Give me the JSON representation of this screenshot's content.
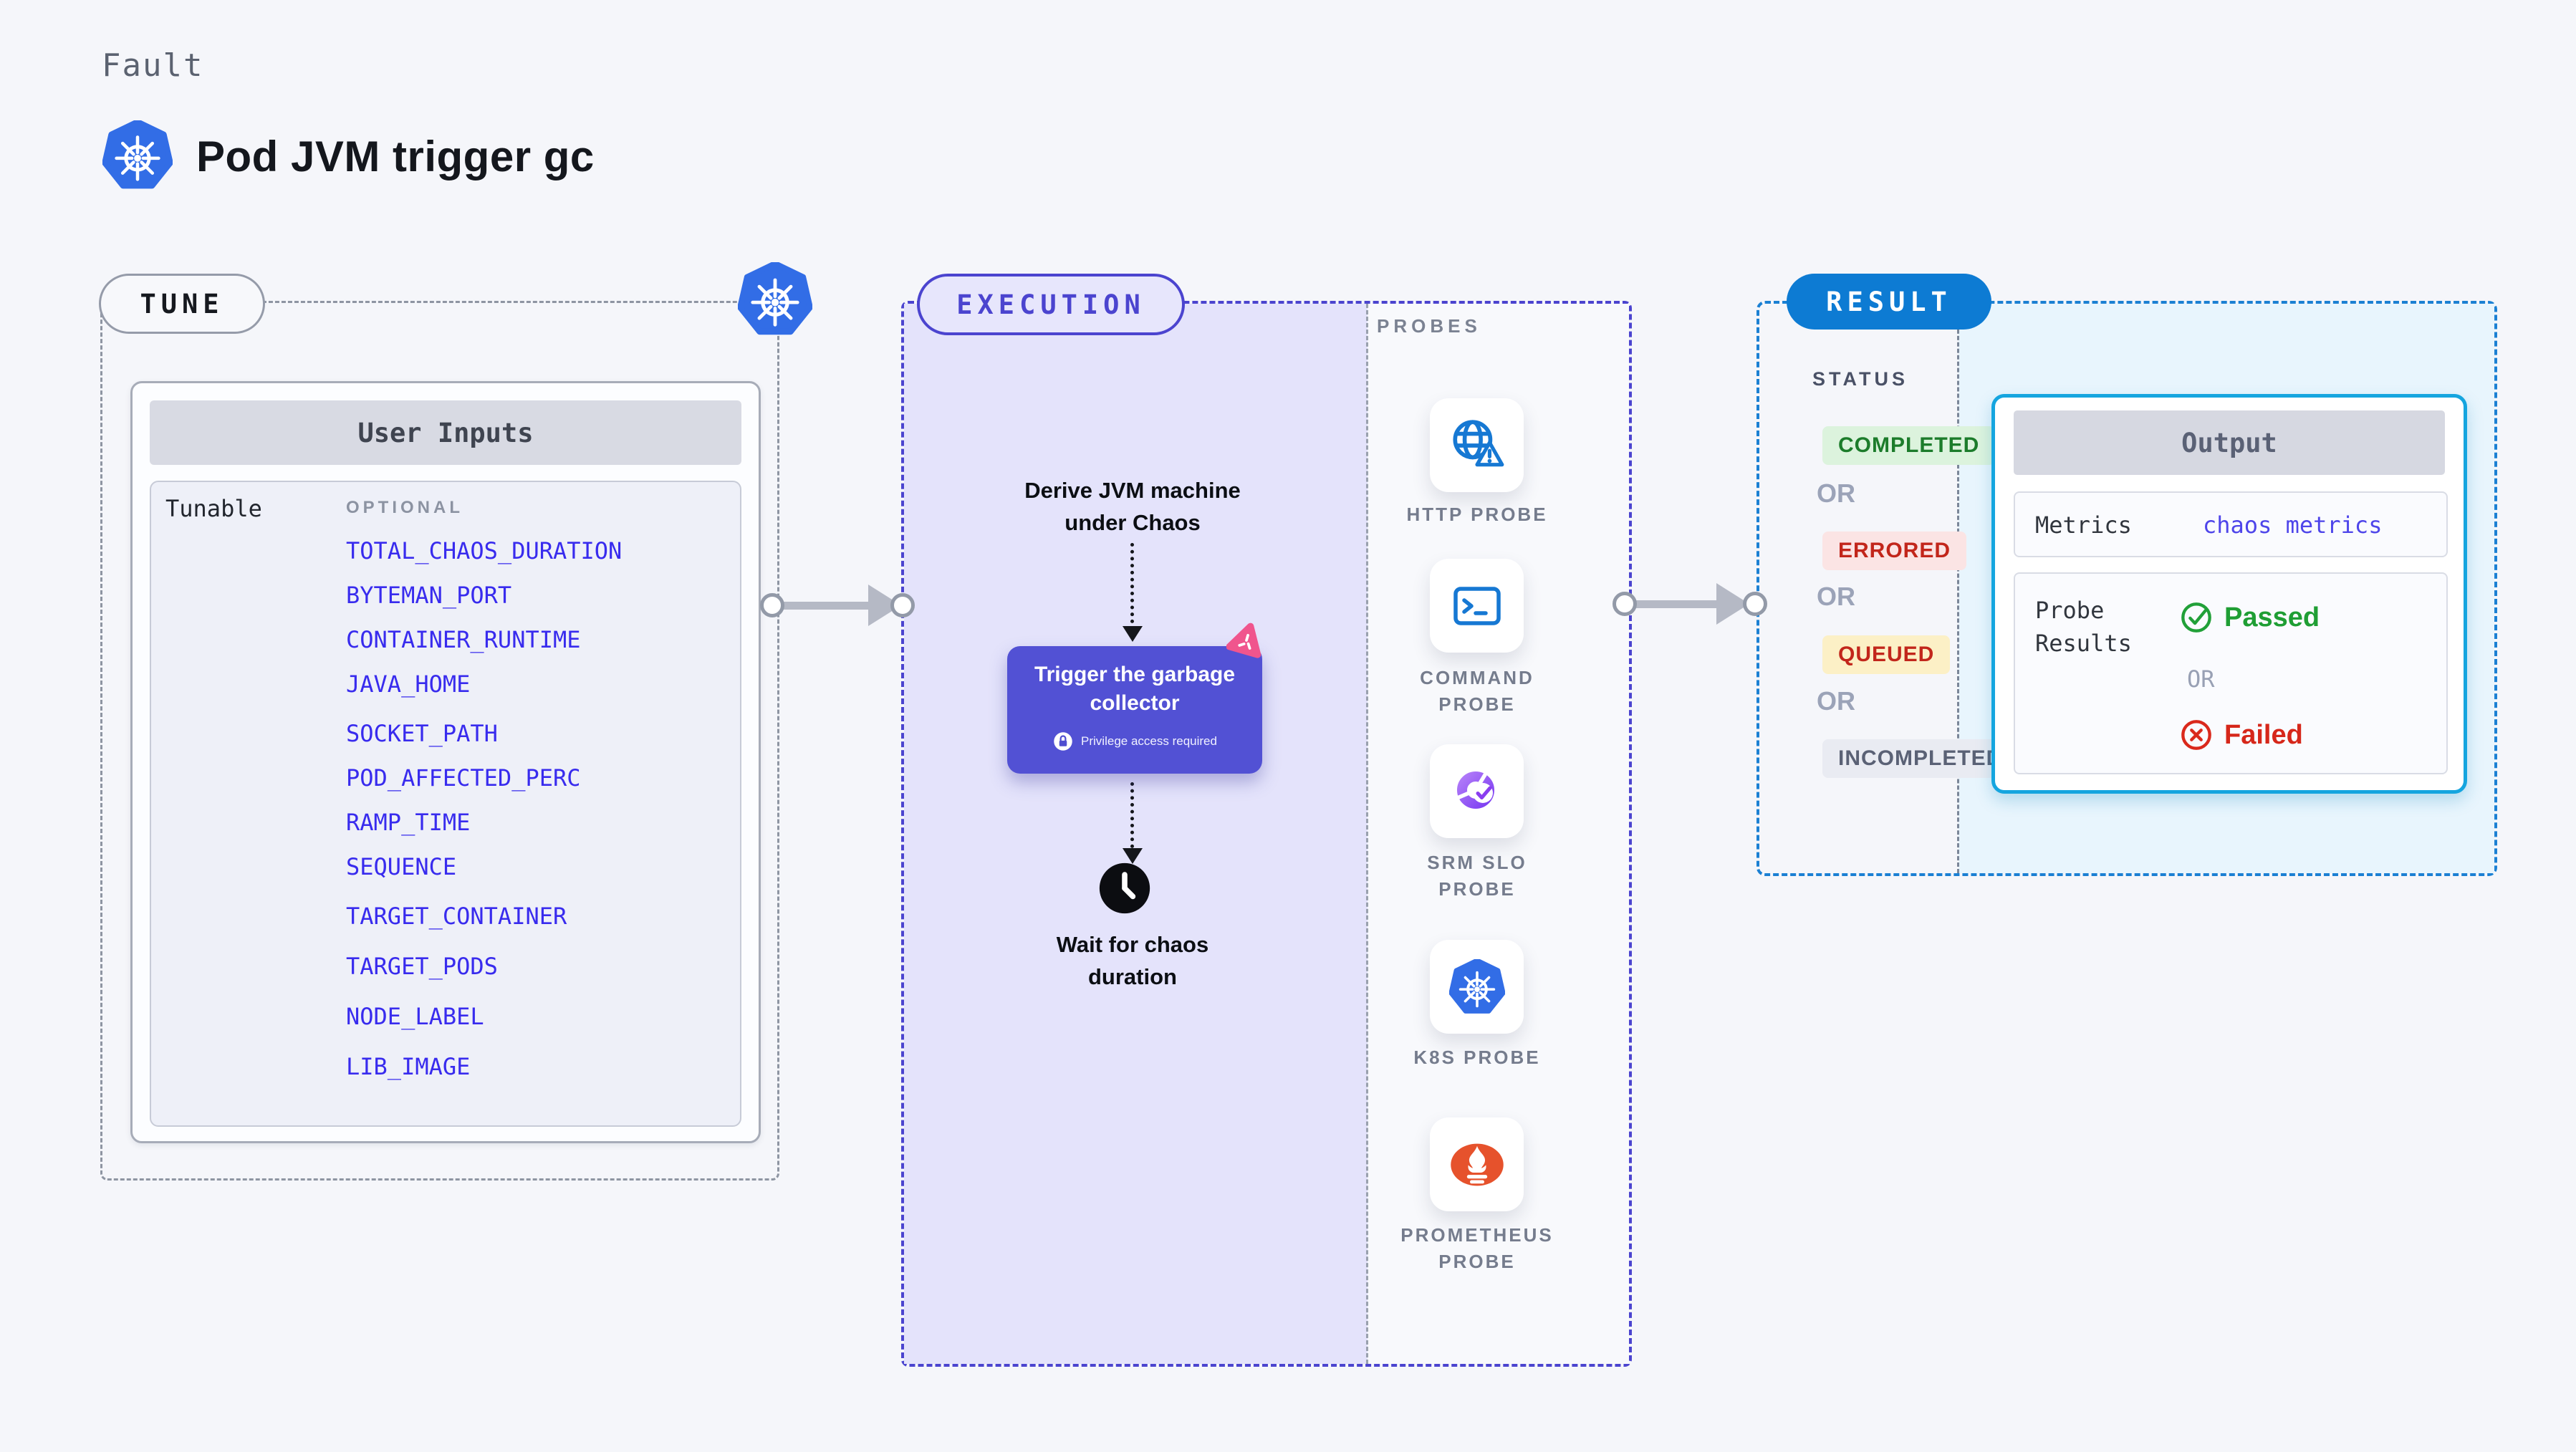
{
  "header": {
    "kicker": "Fault",
    "title": "Pod JVM trigger gc"
  },
  "tune": {
    "badge": "TUNE",
    "card_title": "User Inputs",
    "row_label": "Tunable",
    "optional_label": "OPTIONAL",
    "params": [
      "TOTAL_CHAOS_DURATION",
      "BYTEMAN_PORT",
      "CONTAINER_RUNTIME",
      "JAVA_HOME",
      "SOCKET_PATH",
      "POD_AFFECTED_PERC",
      "RAMP_TIME",
      "SEQUENCE",
      "TARGET_CONTAINER",
      "TARGET_PODS",
      "NODE_LABEL",
      "LIB_IMAGE"
    ]
  },
  "execution": {
    "badge": "EXECUTION",
    "derive_text": "Derive JVM machine\nunder Chaos",
    "trigger_title": "Trigger the garbage\ncollector",
    "privilege_note": "Privilege access required",
    "wait_text": "Wait for chaos\nduration"
  },
  "probes": {
    "label": "PROBES",
    "items": [
      {
        "label": "HTTP PROBE",
        "icon": "globe-warning-icon"
      },
      {
        "label": "COMMAND\nPROBE",
        "icon": "terminal-icon"
      },
      {
        "label": "SRM SLO\nPROBE",
        "icon": "slo-gauge-icon"
      },
      {
        "label": "K8S PROBE",
        "icon": "kubernetes-icon"
      },
      {
        "label": "PROMETHEUS\nPROBE",
        "icon": "prometheus-icon"
      }
    ]
  },
  "result": {
    "badge": "RESULT",
    "status_label": "STATUS",
    "or_label": "OR",
    "statuses": [
      {
        "label": "COMPLETED",
        "type": "success"
      },
      {
        "label": "ERRORED",
        "type": "error"
      },
      {
        "label": "QUEUED",
        "type": "warning"
      },
      {
        "label": "INCOMPLETED",
        "type": "neutral"
      }
    ],
    "output": {
      "title": "Output",
      "metrics_label": "Metrics",
      "metrics_value": "chaos metrics",
      "probe_results_label": "Probe\nResults",
      "passed_label": "Passed",
      "or_label": "OR",
      "failed_label": "Failed"
    }
  },
  "colors": {
    "page_bg": "#f5f6fa",
    "accent_indigo": "#4b44cf",
    "node_indigo": "#5251d4",
    "param_blue": "#382bee",
    "result_blue": "#0d7bd3",
    "output_border_cyan": "#15a5df",
    "output_fill": "#e8f5fd",
    "execution_fill": "#e4e3fb",
    "success_green": "#1c7c2b",
    "error_red": "#c2261b",
    "kubernetes_blue": "#326de6",
    "prometheus_orange": "#e6522c",
    "srm_purple": "#8a3df0",
    "pink_badge": "#f0558d"
  }
}
